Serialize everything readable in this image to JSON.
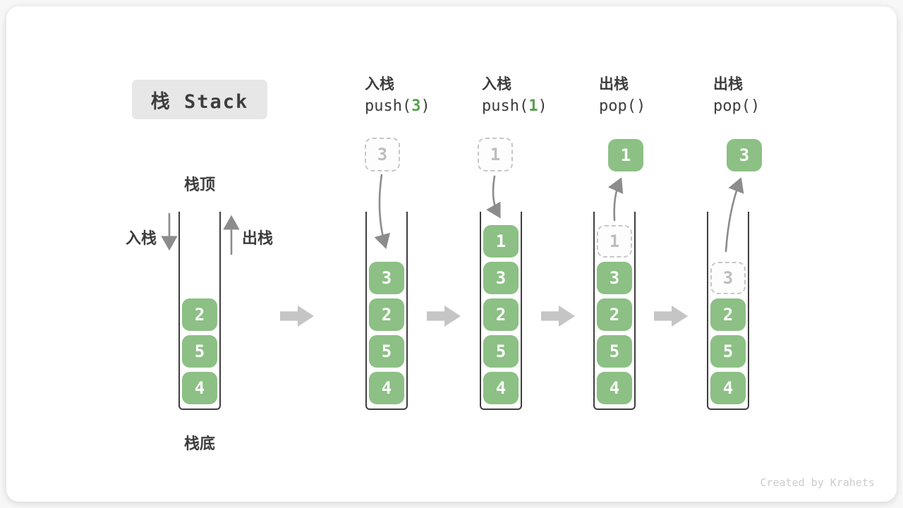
{
  "title": "栈 Stack",
  "labels": {
    "stack_top": "栈顶",
    "stack_bottom": "栈底",
    "push_side": "入栈",
    "pop_side": "出栈"
  },
  "operations": [
    {
      "name": "入栈",
      "code_prefix": "push(",
      "code_arg": "3",
      "code_suffix": ")"
    },
    {
      "name": "入栈",
      "code_prefix": "push(",
      "code_arg": "1",
      "code_suffix": ")"
    },
    {
      "name": "出栈",
      "code_prefix": "pop(",
      "code_arg": "",
      "code_suffix": ")"
    },
    {
      "name": "出栈",
      "code_prefix": "pop(",
      "code_arg": "",
      "code_suffix": ")"
    }
  ],
  "stacks": [
    {
      "cells": [
        {
          "value": "2",
          "ghost": false
        },
        {
          "value": "5",
          "ghost": false
        },
        {
          "value": "4",
          "ghost": false
        }
      ]
    },
    {
      "cells": [
        {
          "value": "3",
          "ghost": false
        },
        {
          "value": "2",
          "ghost": false
        },
        {
          "value": "5",
          "ghost": false
        },
        {
          "value": "4",
          "ghost": false
        }
      ]
    },
    {
      "cells": [
        {
          "value": "1",
          "ghost": false
        },
        {
          "value": "3",
          "ghost": false
        },
        {
          "value": "2",
          "ghost": false
        },
        {
          "value": "5",
          "ghost": false
        },
        {
          "value": "4",
          "ghost": false
        }
      ]
    },
    {
      "cells": [
        {
          "value": "1",
          "ghost": true
        },
        {
          "value": "3",
          "ghost": false
        },
        {
          "value": "2",
          "ghost": false
        },
        {
          "value": "5",
          "ghost": false
        },
        {
          "value": "4",
          "ghost": false
        }
      ]
    },
    {
      "cells": [
        {
          "value": "3",
          "ghost": true
        },
        {
          "value": "2",
          "ghost": false
        },
        {
          "value": "5",
          "ghost": false
        },
        {
          "value": "4",
          "ghost": false
        }
      ]
    }
  ],
  "floating_cells": [
    {
      "value": "3",
      "ghost": true
    },
    {
      "value": "1",
      "ghost": true
    },
    {
      "value": "1",
      "ghost": false
    },
    {
      "value": "3",
      "ghost": false
    }
  ],
  "footer": "Created by Krahets",
  "colors": {
    "cell_green": "#8cc084",
    "arg_green": "#55a04d",
    "ghost_border": "#c7c7c7",
    "wall_dark": "#3e3e3e",
    "curve_arrow_gray": "#909090",
    "block_arrow_gray": "#c5c5c5",
    "title_bg": "#e7e7e7"
  }
}
